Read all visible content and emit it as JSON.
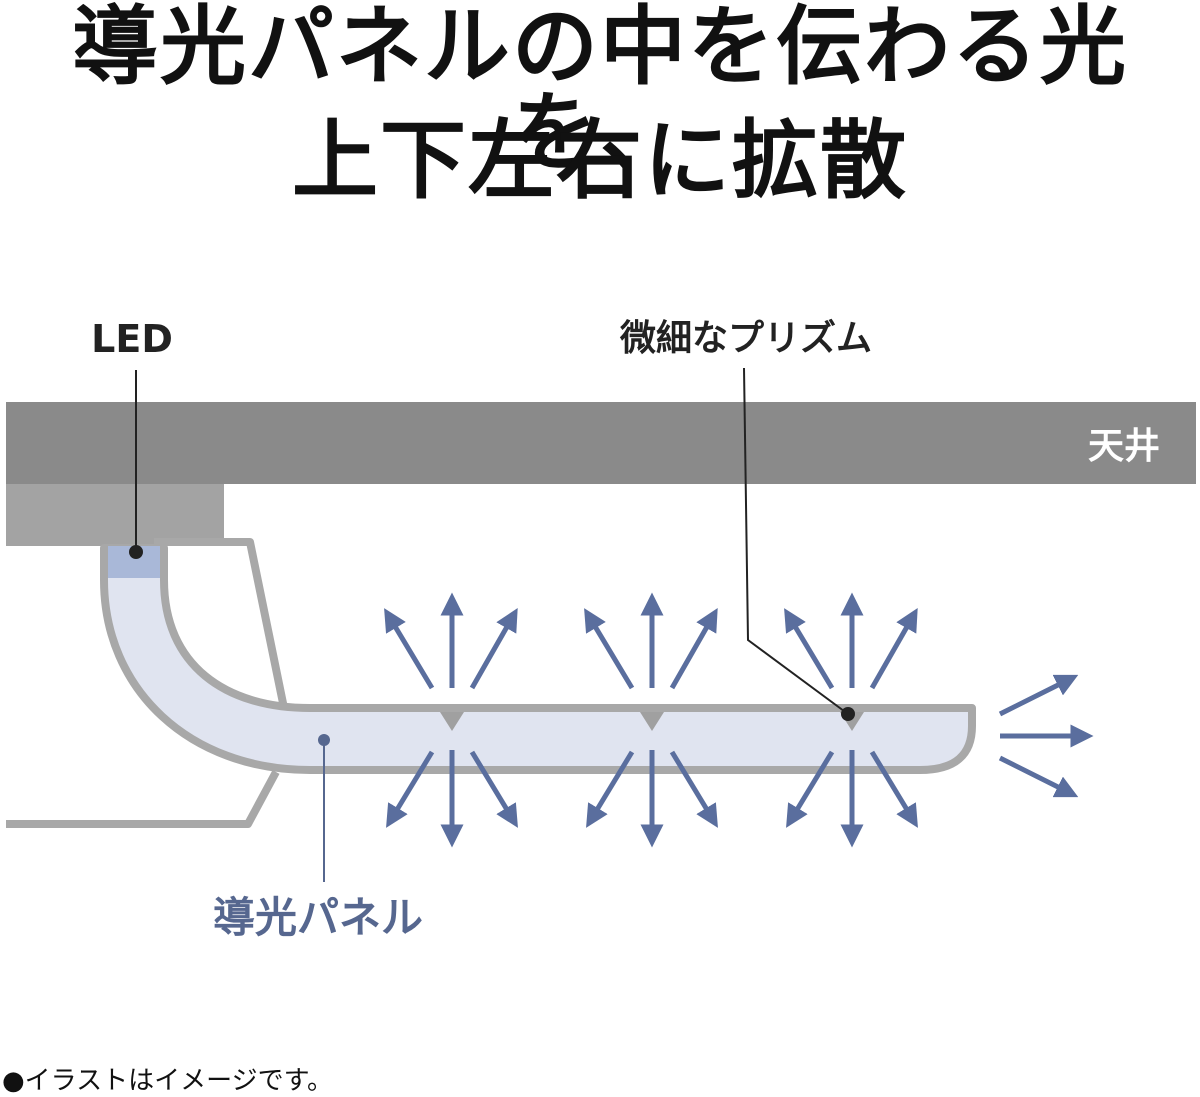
{
  "title": {
    "line1": "導光パネルの中を伝わる光を、",
    "line2": "上下左右に拡散"
  },
  "labels": {
    "led": "LED",
    "prism": "微細なプリズム",
    "ceiling": "天井",
    "panel": "導光パネル"
  },
  "note": "●イラストはイメージです。",
  "colors": {
    "ceiling": "#8a8a8a",
    "housing": "#a3a3a3",
    "outline": "#a8a8a8",
    "panel_fill": "#e0e4f0",
    "led": "#a9b8d8",
    "arrow": "#5a6e9e",
    "panel_label": "#56678f",
    "leader": "#222222"
  }
}
